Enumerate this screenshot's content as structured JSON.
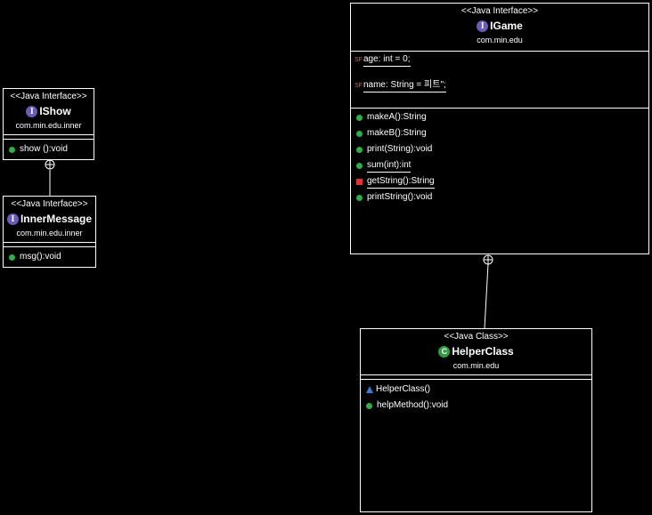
{
  "ishow": {
    "stereotype": "<<Java Interface>>",
    "name": "IShow",
    "package": "com.min.edu.inner",
    "methods": [
      "show ():void"
    ]
  },
  "inner_message": {
    "stereotype": "<<Java Interface>>",
    "name": "InnerMessage",
    "package": "com.min.edu.inner",
    "methods": [
      "msg():void"
    ]
  },
  "igame": {
    "stereotype": "<<Java Interface>>",
    "name": "IGame",
    "package": "com.min.edu",
    "fields": [
      "age: int = 0;",
      "name: String = 피트\";"
    ],
    "methods": [
      "makeA():String",
      "makeB():String",
      "print(String):void",
      "sum(int):int",
      "getString():String",
      "printString():void"
    ]
  },
  "helper_class": {
    "stereotype": "<<Java Class>>",
    "name": "HelperClass",
    "package": "com.min.edu",
    "methods": [
      "HelperClass()",
      "helpMethod():void"
    ]
  },
  "icons": {
    "interface": "interface-icon",
    "class": "class-icon",
    "public_method": "public-method-icon",
    "private_method": "private-method-icon",
    "constructor": "constructor-icon",
    "nested_connector": "nesting-circle-plus-icon"
  },
  "colors": {
    "background": "#000000",
    "foreground": "#ffffff",
    "interface_icon": "#6b5bb8",
    "class_icon": "#2f9e3e",
    "public_method": "#2fae4a",
    "private_method": "#dd3333"
  }
}
